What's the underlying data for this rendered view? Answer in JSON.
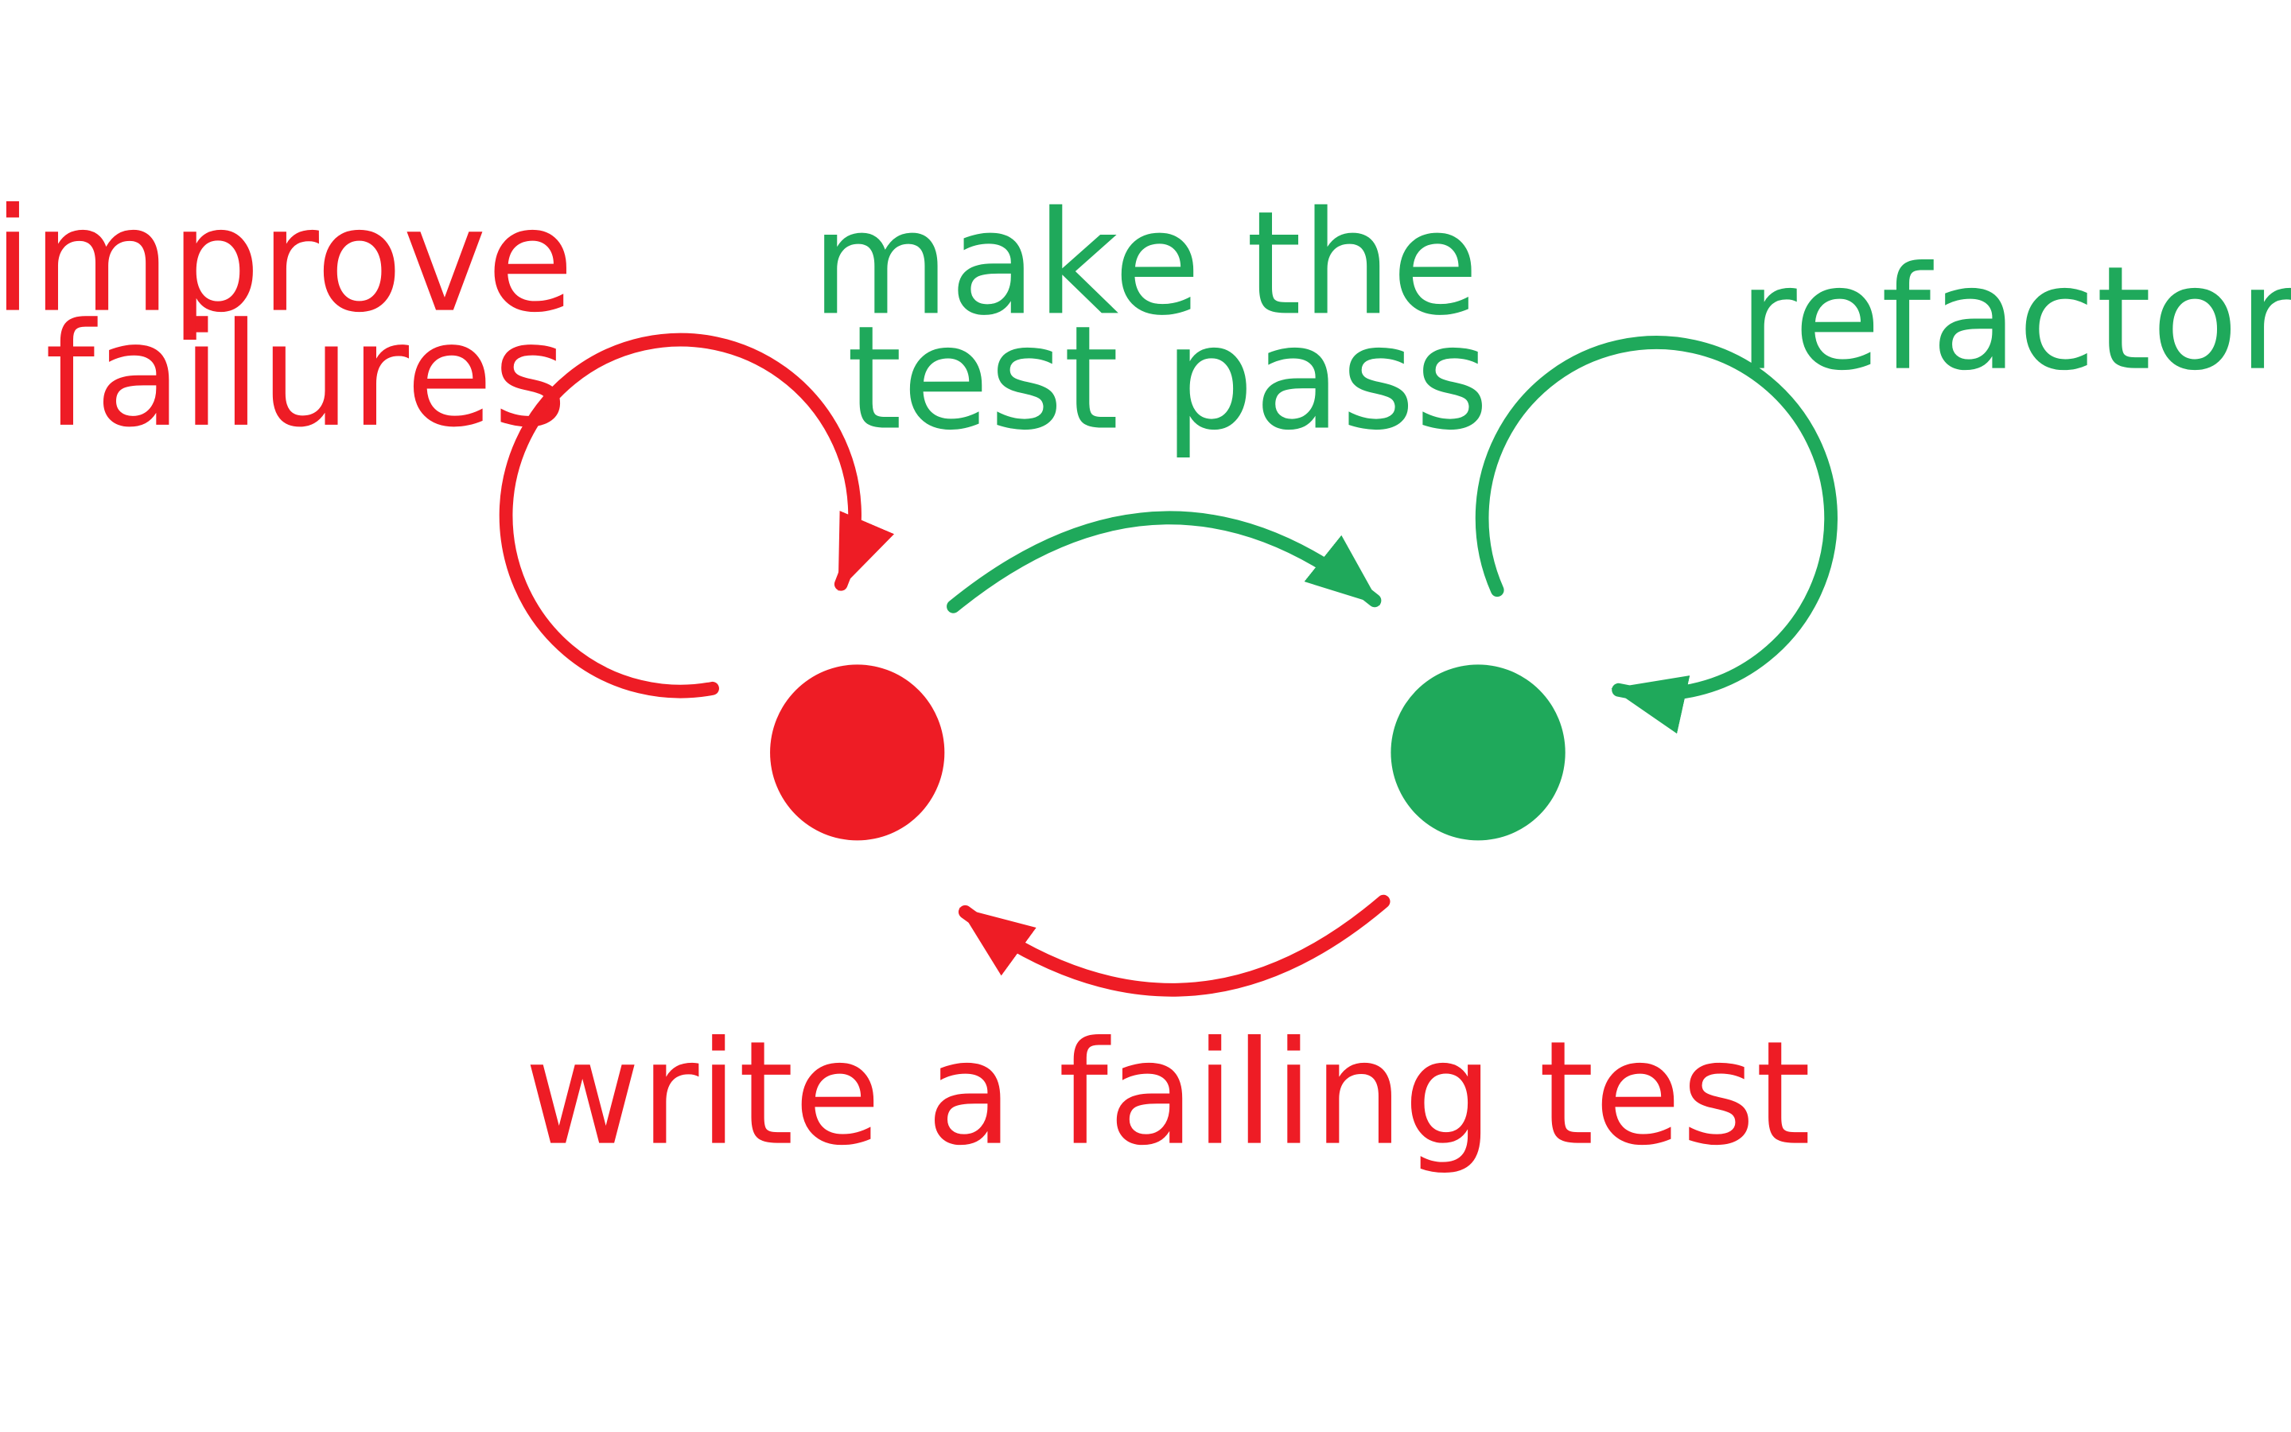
{
  "colors": {
    "red": "#ee1c25",
    "green": "#1fa95b",
    "background": "#ffffff"
  },
  "nodes": {
    "failing": {
      "state": "red"
    },
    "passing": {
      "state": "green"
    }
  },
  "labels": {
    "improve_line1": "improve",
    "improve_line2": "failures",
    "make_line1": "make the",
    "make_line2": "test pass",
    "refactor": "refactor",
    "write": "write a failing test"
  }
}
